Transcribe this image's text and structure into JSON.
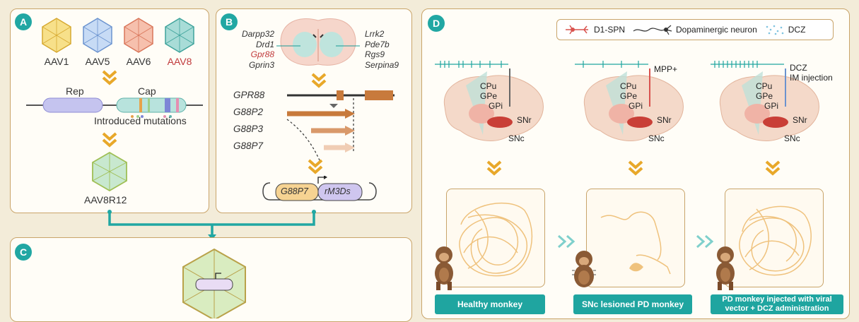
{
  "panels": {
    "a": {
      "badge": "A"
    },
    "b": {
      "badge": "B"
    },
    "c": {
      "badge": "C"
    },
    "d": {
      "badge": "D"
    }
  },
  "aav_serotypes": [
    {
      "label": "AAV1",
      "color": "#f2c94c"
    },
    {
      "label": "AAV5",
      "color": "#8fb8e8"
    },
    {
      "label": "AAV6",
      "color": "#ef9a80"
    },
    {
      "label": "AAV8",
      "color": "#6fc9c2",
      "highlight": true
    }
  ],
  "capsid": {
    "rep_label": "Rep",
    "cap_label": "Cap",
    "mutations_label": "Introduced mutations",
    "result_label": "AAV8R12"
  },
  "genes_left": [
    "Darpp32",
    "Drd1",
    "Gpr88",
    "Gprin3"
  ],
  "genes_right": [
    "Lrrk2",
    "Pde7b",
    "Rgs9",
    "Serpina9"
  ],
  "promoters": [
    "GPR88",
    "G88P2",
    "G88P3",
    "G88P7"
  ],
  "construct": {
    "promoter": "G88P7",
    "effector": "rM3Ds"
  },
  "legend": {
    "spn": "D1-SPN",
    "da": "Dopaminergic neuron",
    "dcz": "DCZ"
  },
  "brain_regions": [
    "CPu",
    "GPe",
    "GPi",
    "SNr",
    "SNc"
  ],
  "conditions": [
    {
      "label": "Healthy monkey",
      "annotation": ""
    },
    {
      "label": "SNc lesioned PD monkey",
      "annotation": "MPP+"
    },
    {
      "label": "PD monkey injected with viral vector + DCZ administration",
      "annotation": "DCZ",
      "annotation2": "IM injection"
    }
  ]
}
